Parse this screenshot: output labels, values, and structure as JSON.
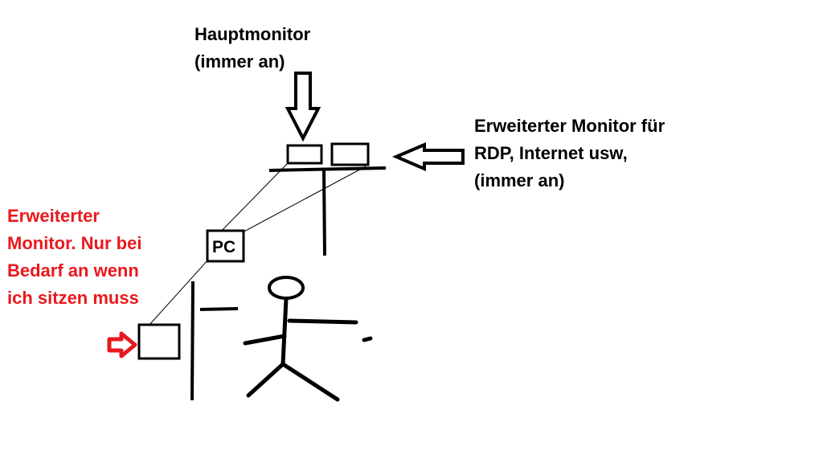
{
  "labels": {
    "main_monitor": [
      "Hauptmonitor",
      "(immer an)"
    ],
    "extended_monitor": [
      "Erweiterter Monitor für",
      "RDP, Internet usw,",
      "(immer an)"
    ],
    "optional_monitor": [
      "Erweiterter",
      "Monitor. Nur bei",
      "Bedarf an wenn",
      "ich sitzen muss"
    ],
    "pc": "PC"
  },
  "colors": {
    "ink": "#000000",
    "accent": "#e8191d",
    "background": "#ffffff"
  }
}
